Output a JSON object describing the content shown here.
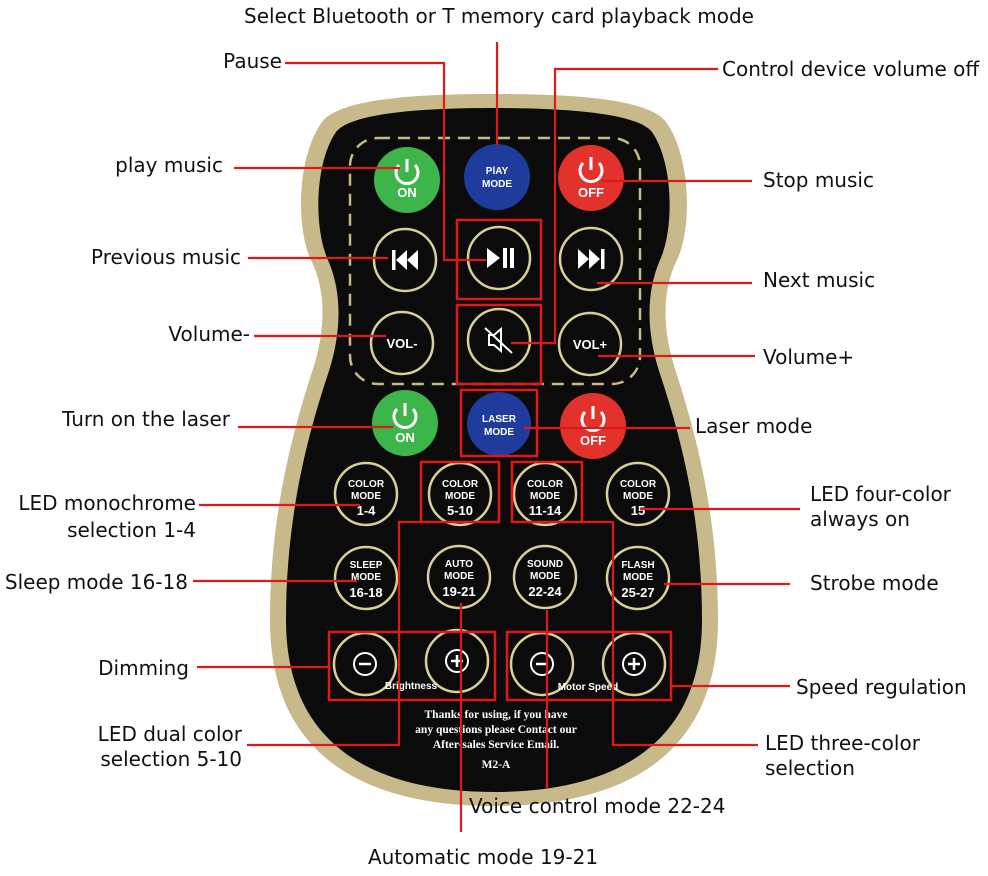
{
  "callouts": {
    "select_mode": "Select Bluetooth or T memory card playback mode",
    "pause": "Pause",
    "volume_off": "Control device volume off",
    "play_music": "play music",
    "stop_music": "Stop music",
    "previous_music": "Previous music",
    "next_music": "Next music",
    "volume_down": "Volume-",
    "volume_up": "Volume+",
    "laser_on": "Turn on the laser",
    "laser_mode": "Laser mode",
    "led_mono_1": "LED monochrome",
    "led_mono_2": "selection 1-4",
    "led_four_1": "LED four-color",
    "led_four_2": "always on",
    "sleep_mode": "Sleep mode 16-18",
    "strobe_mode": "Strobe mode",
    "dimming": "Dimming",
    "speed_regulation": "Speed regulation",
    "led_dual_1": "LED dual color",
    "led_dual_2": "selection 5-10",
    "led_three_1": "LED three-color",
    "led_three_2": "selection",
    "voice_control": "Voice control mode 22-24",
    "automatic_mode": "Automatic mode 19-21"
  },
  "remote": {
    "on": "ON",
    "off": "OFF",
    "play_mode_1": "PlAY",
    "play_mode_2": "MODE",
    "laser_mode_1": "LASER",
    "laser_mode_2": "MODE",
    "vol_down": "VOL-",
    "vol_up": "VOL+",
    "color_mode_1": "COLOR",
    "color_mode_2": "MODE",
    "cm_1_4": "1-4",
    "cm_5_10": "5-10",
    "cm_11_14": "11-14",
    "cm_15": "15",
    "sleep_1": "SLEEP",
    "sleep_2": "MODE",
    "sleep_range": "16-18",
    "auto_1": "AUTO",
    "auto_2": "MODE",
    "auto_range": "19-21",
    "sound_1": "SOUND",
    "sound_2": "MODE",
    "sound_range": "22-24",
    "flash_1": "FLASH",
    "flash_2": "MODE",
    "flash_range": "25-27",
    "minus": "−",
    "plus": "+",
    "brightness": "Brightness",
    "motor_speed": "Motor Speed",
    "note_1": "Thanks for using, if you have",
    "note_2": "any questions please Contact our",
    "note_3": "After-sales Service Email.",
    "model": "M2-A"
  },
  "colors": {
    "green": "#3db54a",
    "red": "#e3312b",
    "blue": "#1f3c9c",
    "body": "#0b0b0b",
    "rim": "#c7b98a",
    "leader": "#e01818"
  }
}
